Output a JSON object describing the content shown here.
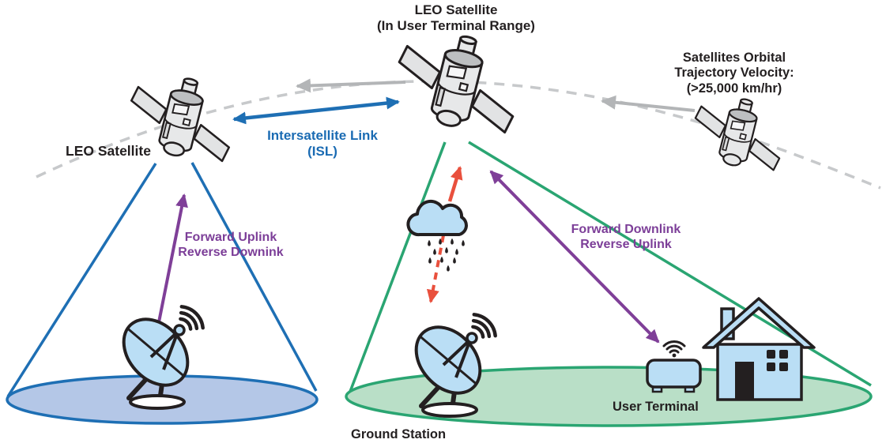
{
  "diagram": {
    "title_top": "LEO Satellite\n(In User Terminal Range)",
    "label_left_satellite": "LEO Satellite",
    "label_orbital_velocity": "Satellites Orbital\nTrajectory Velocity:\n(>25,000 km/hr)",
    "label_isl": "Intersatellite Link\n(ISL)",
    "label_forward_uplink": "Forward Uplink\nReverse Downink",
    "label_forward_downlink": "Forward Downlink\nReverse Uplink",
    "label_ground_station": "Ground Station",
    "label_user_terminal": "User Terminal"
  },
  "colors": {
    "blue_link": "#1e6fb4",
    "blue_text": "#1a6bb3",
    "blue_footprint_fill": "#b4c7e7",
    "green_link": "#2aa572",
    "green_footprint_fill": "#b9dfc7",
    "purple_link": "#7f3f98",
    "red_attenuation": "#e9503d",
    "gray_trajectory": "#c7c9cb",
    "gray_arrow": "#b3b5b7",
    "outline_dark": "#231f20",
    "icon_light_blue": "#badef5",
    "satellite_body_gray": "#e7e8e9",
    "satellite_cap_gray": "#bdbfc1"
  },
  "icons": {
    "satellite": "satellite-icon",
    "dish": "satellite-dish-icon",
    "cloud": "rain-cloud-icon",
    "house": "house-icon",
    "router": "router-icon",
    "wifi": "wifi-icon"
  }
}
